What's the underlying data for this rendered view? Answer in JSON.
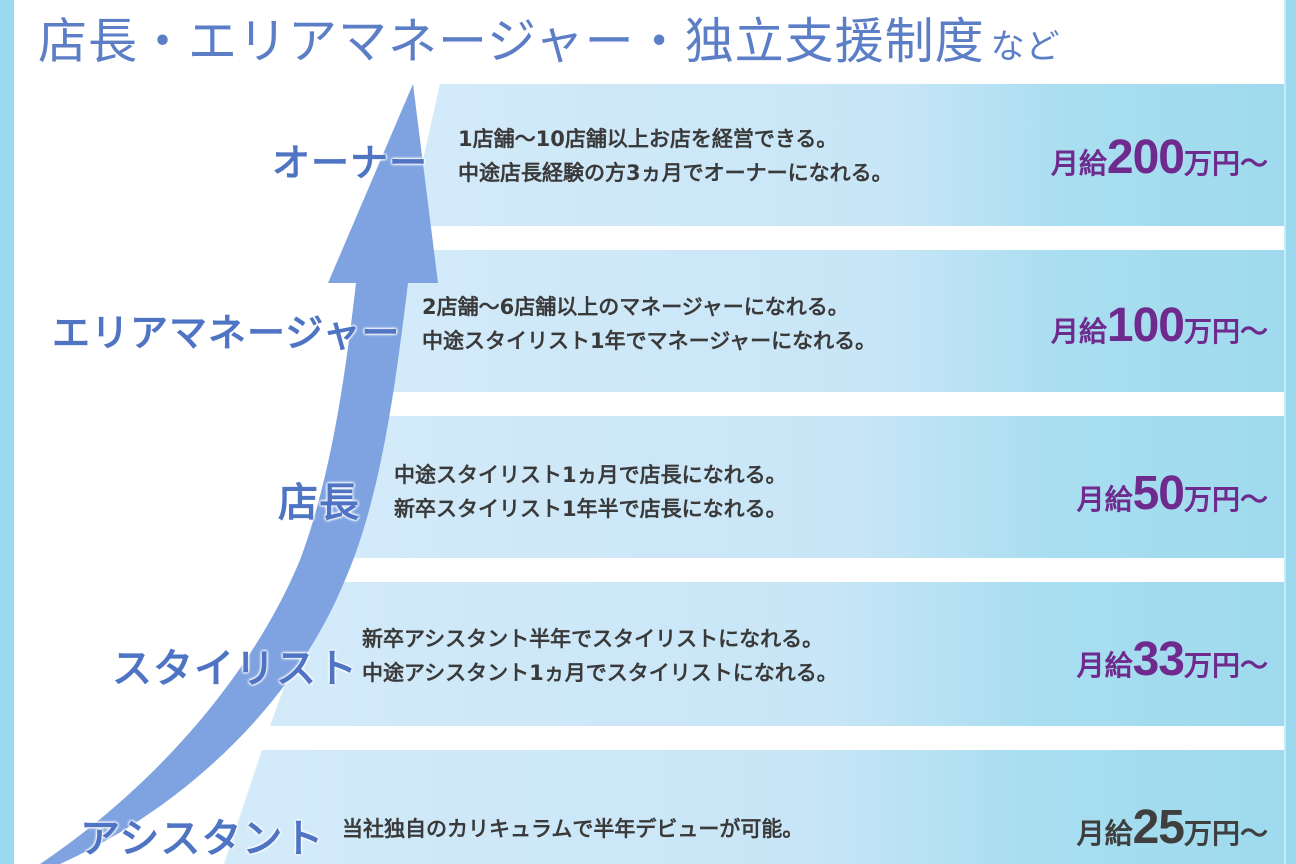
{
  "header": {
    "title": "店長・エリアマネージャー・独立支援制度",
    "title_suffix": "など"
  },
  "colors": {
    "title": "#5b7ec6",
    "rank_label": "#4f74c4",
    "arrow": "#7ea3e0",
    "band_light": "#d3eaf9",
    "band_dark": "#9fdaee",
    "frame": "#9ad9ee",
    "salary": "#6e2a8c",
    "salary_base": "#3f3f3f",
    "body_text": "#3a3a3a"
  },
  "icons": {
    "arrow": "curved-up-arrow-icon"
  },
  "career_steps": [
    {
      "rank": "オーナー",
      "lines": [
        "1店舗～10店舗以上お店を経営できる。",
        "中途店長経験の方3ヵ月でオーナーになれる。"
      ],
      "salary_prefix": "月給",
      "salary_amount": "200",
      "salary_suffix": "万円～"
    },
    {
      "rank": "エリアマネージャー",
      "lines": [
        "2店舗～6店舗以上のマネージャーになれる。",
        "中途スタイリスト1年でマネージャーになれる。"
      ],
      "salary_prefix": "月給",
      "salary_amount": "100",
      "salary_suffix": "万円～"
    },
    {
      "rank": "店長",
      "lines": [
        "中途スタイリスト1ヵ月で店長になれる。",
        "新卒スタイリスト1年半で店長になれる。"
      ],
      "salary_prefix": "月給",
      "salary_amount": "50",
      "salary_suffix": "万円～"
    },
    {
      "rank": "スタイリスト",
      "lines": [
        "新卒アシスタント半年でスタイリストになれる。",
        "中途アシスタント1ヵ月でスタイリストになれる。"
      ],
      "salary_prefix": "月給",
      "salary_amount": "33",
      "salary_suffix": "万円～"
    },
    {
      "rank": "アシスタント",
      "lines": [
        "当社独自のカリキュラムで半年デビューが可能。"
      ],
      "salary_prefix": "月給",
      "salary_amount": "25",
      "salary_suffix": "万円～"
    }
  ]
}
